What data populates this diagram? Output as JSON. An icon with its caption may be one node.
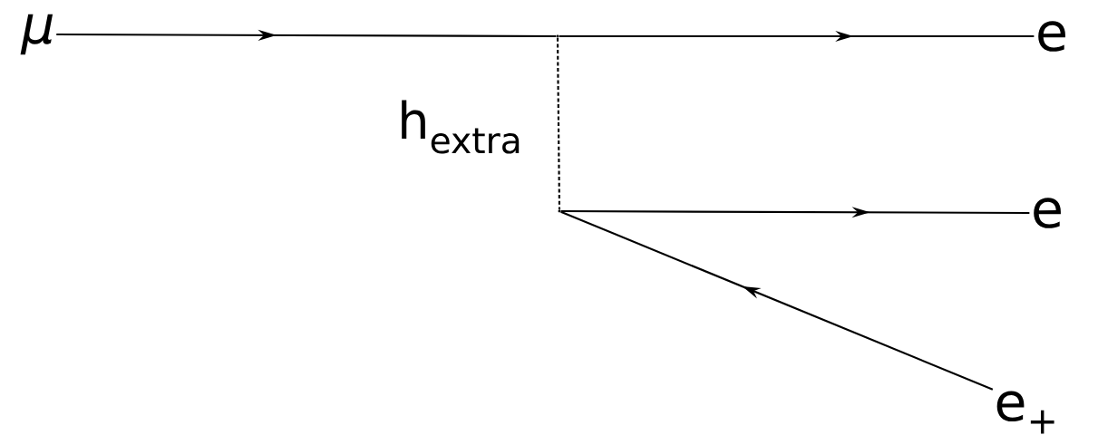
{
  "diagram": {
    "nodes": [
      {
        "text": [
          "μ"
        ]
      },
      {
        "text": [],
        "shape": "dot"
      },
      {
        "text": [
          "e"
        ]
      },
      {
        "text": [],
        "shape": "dot"
      },
      {
        "text": [
          "e"
        ]
      },
      {
        "text": [
          "e$_{+}$"
        ]
      }
    ],
    "edges": [
      {
        "from": 0,
        "to": 1,
        "arrow": "to"
      },
      {
        "from": 1,
        "to": 2,
        "arrow": "to"
      },
      {
        "from": 1,
        "to": 3,
        "arrow": "none",
        "style": "dashed",
        "label": "h$_{extra}$"
      },
      {
        "from": 3,
        "to": 4,
        "arrow": "to"
      },
      {
        "from": 5,
        "to": 3,
        "arrow": "to"
      }
    ]
  }
}
